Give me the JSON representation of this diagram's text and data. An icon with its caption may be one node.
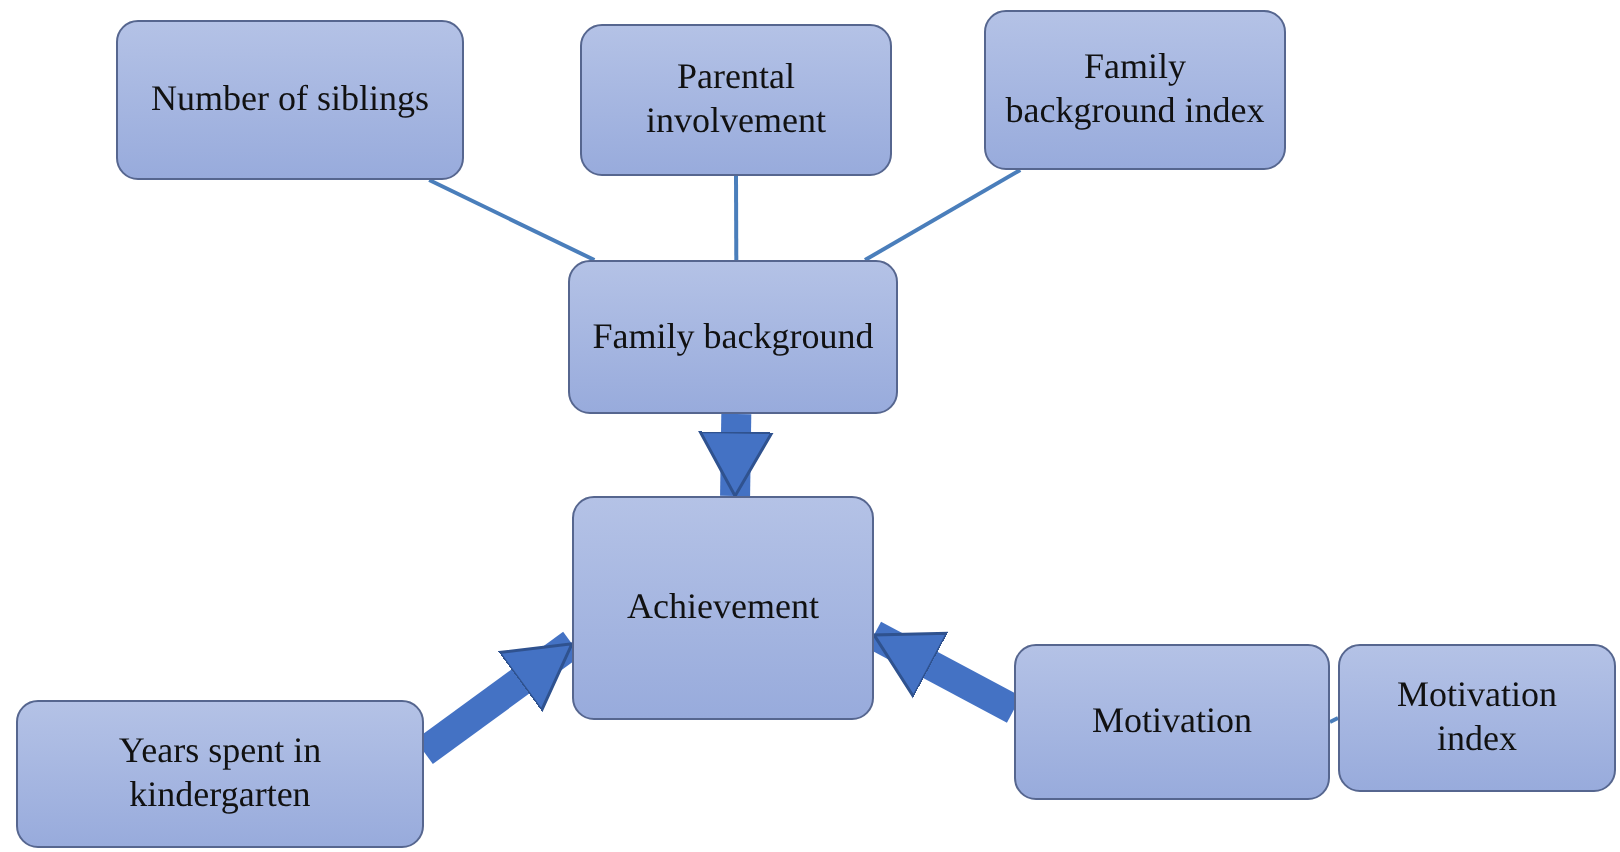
{
  "diagram": {
    "nodes": [
      {
        "text": [
          "Number of siblings"
        ]
      },
      {
        "text": [
          "Parental involvement"
        ]
      },
      {
        "text": [
          "Family background index"
        ]
      },
      {
        "text": [
          "Family background"
        ]
      },
      {
        "text": [
          "Achievement"
        ]
      },
      {
        "text": [
          "Years spent in kindergarten"
        ]
      },
      {
        "text": [
          "Motivation"
        ]
      },
      {
        "text": [
          "Motivation index"
        ]
      }
    ],
    "edges": [
      {
        "from": 0,
        "to": 3,
        "arrow": "none"
      },
      {
        "from": 1,
        "to": 3,
        "arrow": "none"
      },
      {
        "from": 2,
        "to": 3,
        "arrow": "none"
      },
      {
        "from": 3,
        "to": 4,
        "arrow": "to",
        "style": "thick"
      },
      {
        "from": 5,
        "to": 4,
        "arrow": "to",
        "style": "thick"
      },
      {
        "from": 6,
        "to": 4,
        "arrow": "to",
        "style": "thick"
      },
      {
        "from": 7,
        "to": 6,
        "arrow": "none"
      }
    ]
  }
}
